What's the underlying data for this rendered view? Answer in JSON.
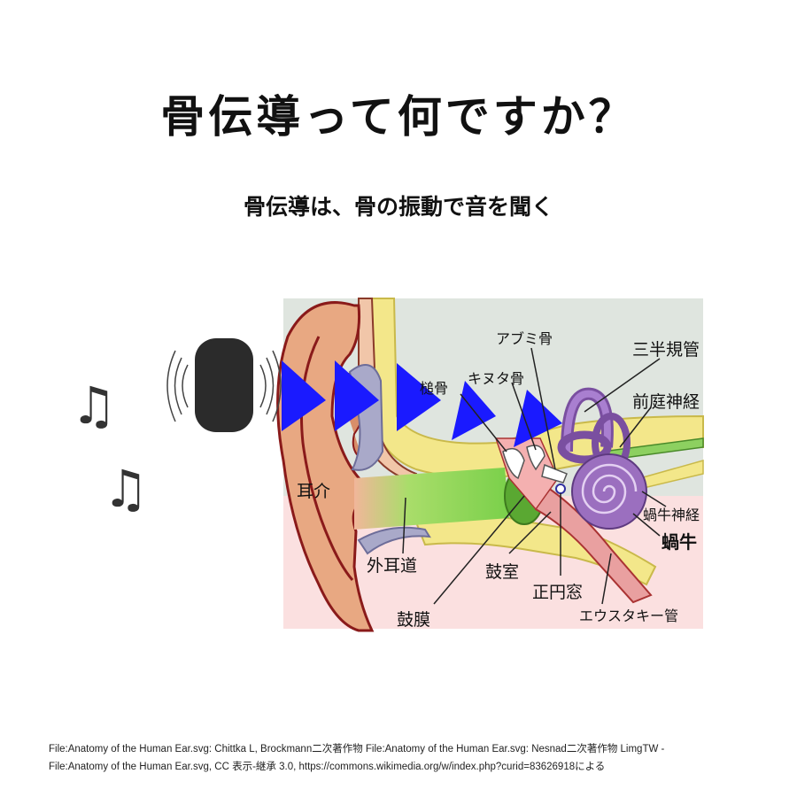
{
  "title": "骨伝導って何ですか？",
  "subtitle": "骨伝導は、骨の振動で音を聞く",
  "labels": {
    "abumi": "アブミ骨",
    "sanhan": "三半規管",
    "tsuchi": "槌骨",
    "kinuta": "キヌタ骨",
    "zenttei": "前庭神経",
    "jikai": "耳介",
    "kagyu_shinkei": "蝸牛神経",
    "kagyu": "蝸牛",
    "gaiji": "外耳道",
    "koshitsu": "鼓室",
    "seien": "正円窓",
    "komaku": "鼓膜",
    "eustachian": "エウスタキー管"
  },
  "icons": {
    "note_1": "music-note-icon",
    "note_2": "music-note-icon",
    "device": "bone-conduction-speaker-icon"
  },
  "colors": {
    "arrow": "#1a1aff",
    "cochlea": "#9b6fbf",
    "canal": "#7ad04a",
    "skin": "#e8a882",
    "bone": "#f3e78a"
  },
  "credit": {
    "line1": "File:Anatomy of the Human Ear.svg: Chittka L, Brockmann二次著作物 File:Anatomy of the Human Ear.svg: Nesnad二次著作物 LimgTW -",
    "line2": "File:Anatomy of the Human Ear.svg, CC 表示-継承 3.0, https://commons.wikimedia.org/w/index.php?curid=83626918による"
  }
}
